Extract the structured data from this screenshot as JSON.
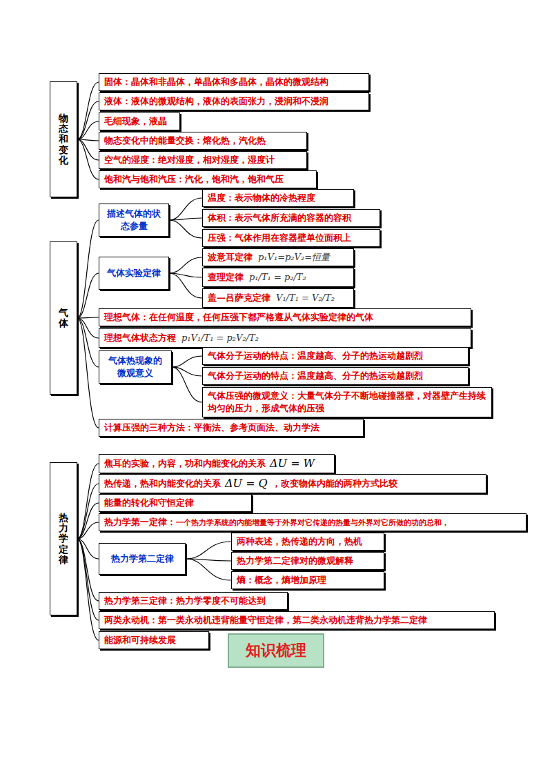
{
  "diagram": {
    "nodes": [
      {
        "text": [
          "物态和变化"
        ]
      },
      {
        "text": [
          "固体：晶体和非晶体，单晶体和多晶体，晶体的微观结构"
        ]
      },
      {
        "text": [
          "液体：液体的微观结构，液体的表面张力，浸润和不浸润"
        ]
      },
      {
        "text": [
          "毛细现象，液晶"
        ]
      },
      {
        "text": [
          "物态变化中的能量交换：熔化热，汽化热"
        ]
      },
      {
        "text": [
          "空气的湿度：绝对湿度，相对湿度，湿度计"
        ]
      },
      {
        "text": [
          "饱和汽与饱和汽压：汽化，饱和汽，饱和气压"
        ]
      },
      {
        "text": [
          "气体"
        ]
      },
      {
        "text": [
          "描述气体的状态参量"
        ]
      },
      {
        "text": [
          "温度：表示物体的冷热程度"
        ]
      },
      {
        "text": [
          "体积：表示气体所充满的容器的容积"
        ]
      },
      {
        "text": [
          "压强：气体作用在容器壁单位面积上"
        ]
      },
      {
        "text": [
          "气体实验定律"
        ]
      },
      {
        "text": [
          "波意耳定律",
          "p₁V₁=p₂V₂=恒量"
        ]
      },
      {
        "text": [
          "查理定律",
          "p₁/T₁ = p₂/T₂"
        ]
      },
      {
        "text": [
          "盖—吕萨克定律",
          "V₁/T₁ = V₂/T₂"
        ]
      },
      {
        "text": [
          "理想气体：在任何温度，任何压强下都严格遵从气体实验定律的气体"
        ]
      },
      {
        "text": [
          "理想气体状态方程",
          "p₁V₁/T₁ = p₂V₂/T₂"
        ]
      },
      {
        "text": [
          "气体热现象的微观意义"
        ]
      },
      {
        "text": [
          "气体分子运动的特点：温度越高、分子的热运动越剧烈"
        ]
      },
      {
        "text": [
          "气体分子运动的特点：温度越高、分子的热运动越剧烈"
        ]
      },
      {
        "text": [
          "气体压强的微观意义：大量气体分子不断地碰撞器壁，对器壁产生持续均匀的压力，形成气体的压强"
        ]
      },
      {
        "text": [
          "计算压强的三种方法：平衡法、参考页面法、动力学法"
        ]
      },
      {
        "text": [
          "热力学定律"
        ]
      },
      {
        "text": [
          "焦耳的实验，内容，功和内能变化的关系",
          "ΔU = W"
        ]
      },
      {
        "text": [
          "热传递，热和内能变化的关系",
          "ΔU = Q",
          "，改变物体内能的两种方式比较"
        ]
      },
      {
        "text": [
          "能量的转化和守恒定律"
        ]
      },
      {
        "text": [
          "热力学第一定律：",
          "一个热力学系统的内能增量等于外界对它传递的热量与外界对它所做的功的总和，"
        ]
      },
      {
        "text": [
          "热力学第二定律"
        ]
      },
      {
        "text": [
          "两种表述，热传递的方向，热机"
        ]
      },
      {
        "text": [
          "热力学第二定律对的微观解释"
        ]
      },
      {
        "text": [
          "熵：概念，熵增加原理"
        ]
      },
      {
        "text": [
          "热力学第三定律：热力学零度不可能达到"
        ]
      },
      {
        "text": [
          "两类永动机：第一类永动机违背能量守恒定律，第二类永动机违背热力学第二定律"
        ]
      },
      {
        "text": [
          "能源和可持续发展"
        ]
      }
    ],
    "edges": [
      {
        "from": 0,
        "to": 1,
        "arrow": "none"
      },
      {
        "from": 0,
        "to": 2,
        "arrow": "none"
      },
      {
        "from": 0,
        "to": 3,
        "arrow": "none"
      },
      {
        "from": 0,
        "to": 4,
        "arrow": "none"
      },
      {
        "from": 0,
        "to": 5,
        "arrow": "none"
      },
      {
        "from": 0,
        "to": 6,
        "arrow": "none"
      },
      {
        "from": 7,
        "to": 8,
        "arrow": "none"
      },
      {
        "from": 7,
        "to": 12,
        "arrow": "none"
      },
      {
        "from": 7,
        "to": 16,
        "arrow": "none"
      },
      {
        "from": 7,
        "to": 17,
        "arrow": "none"
      },
      {
        "from": 7,
        "to": 18,
        "arrow": "none"
      },
      {
        "from": 7,
        "to": 22,
        "arrow": "none"
      },
      {
        "from": 8,
        "to": 9,
        "arrow": "none"
      },
      {
        "from": 8,
        "to": 10,
        "arrow": "none"
      },
      {
        "from": 8,
        "to": 11,
        "arrow": "none"
      },
      {
        "from": 12,
        "to": 13,
        "arrow": "none"
      },
      {
        "from": 12,
        "to": 14,
        "arrow": "none"
      },
      {
        "from": 12,
        "to": 15,
        "arrow": "none"
      },
      {
        "from": 18,
        "to": 19,
        "arrow": "none"
      },
      {
        "from": 18,
        "to": 20,
        "arrow": "none"
      },
      {
        "from": 18,
        "to": 21,
        "arrow": "none"
      },
      {
        "from": 23,
        "to": 24,
        "arrow": "none"
      },
      {
        "from": 23,
        "to": 25,
        "arrow": "none"
      },
      {
        "from": 23,
        "to": 26,
        "arrow": "none"
      },
      {
        "from": 23,
        "to": 27,
        "arrow": "none"
      },
      {
        "from": 23,
        "to": 28,
        "arrow": "none"
      },
      {
        "from": 23,
        "to": 32,
        "arrow": "none"
      },
      {
        "from": 23,
        "to": 33,
        "arrow": "none"
      },
      {
        "from": 23,
        "to": 34,
        "arrow": "none"
      },
      {
        "from": 28,
        "to": 29,
        "arrow": "none"
      },
      {
        "from": 28,
        "to": 30,
        "arrow": "none"
      },
      {
        "from": 28,
        "to": 31,
        "arrow": "none"
      }
    ],
    "labels": [
      "知识梳理"
    ]
  }
}
